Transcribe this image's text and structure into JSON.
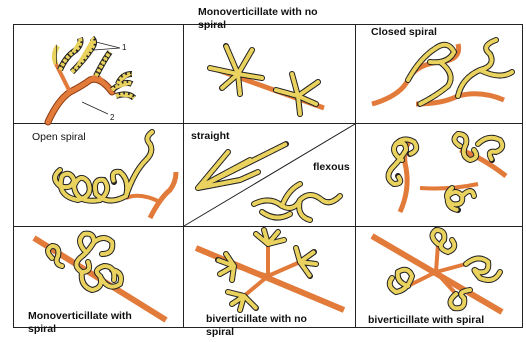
{
  "panels": [
    {
      "id": "monoverticillate-no-spiral",
      "label": "Monoverticillate with no\nspiral"
    },
    {
      "id": "closed-spiral",
      "label": "Closed spiral"
    },
    {
      "id": "open-spiral",
      "label": "Open spiral"
    },
    {
      "id": "straight",
      "label": "straight"
    },
    {
      "id": "flexous",
      "label": "flexous"
    },
    {
      "id": "monoverticillate-spiral",
      "label": "Monoverticillate with\nspiral"
    },
    {
      "id": "biverticillate-no-spiral",
      "label": "biverticillate with no\nspiral"
    },
    {
      "id": "biverticillate-spiral",
      "label": "biverticillate with spiral"
    }
  ],
  "annotations": {
    "callout_1": "1",
    "callout_2": "2"
  },
  "colors": {
    "hypha": "#e27a3a",
    "hypha_edge": "#8a3a12",
    "spore": "#e9d25e",
    "spore_edge": "#222222",
    "grid": "#222222"
  }
}
